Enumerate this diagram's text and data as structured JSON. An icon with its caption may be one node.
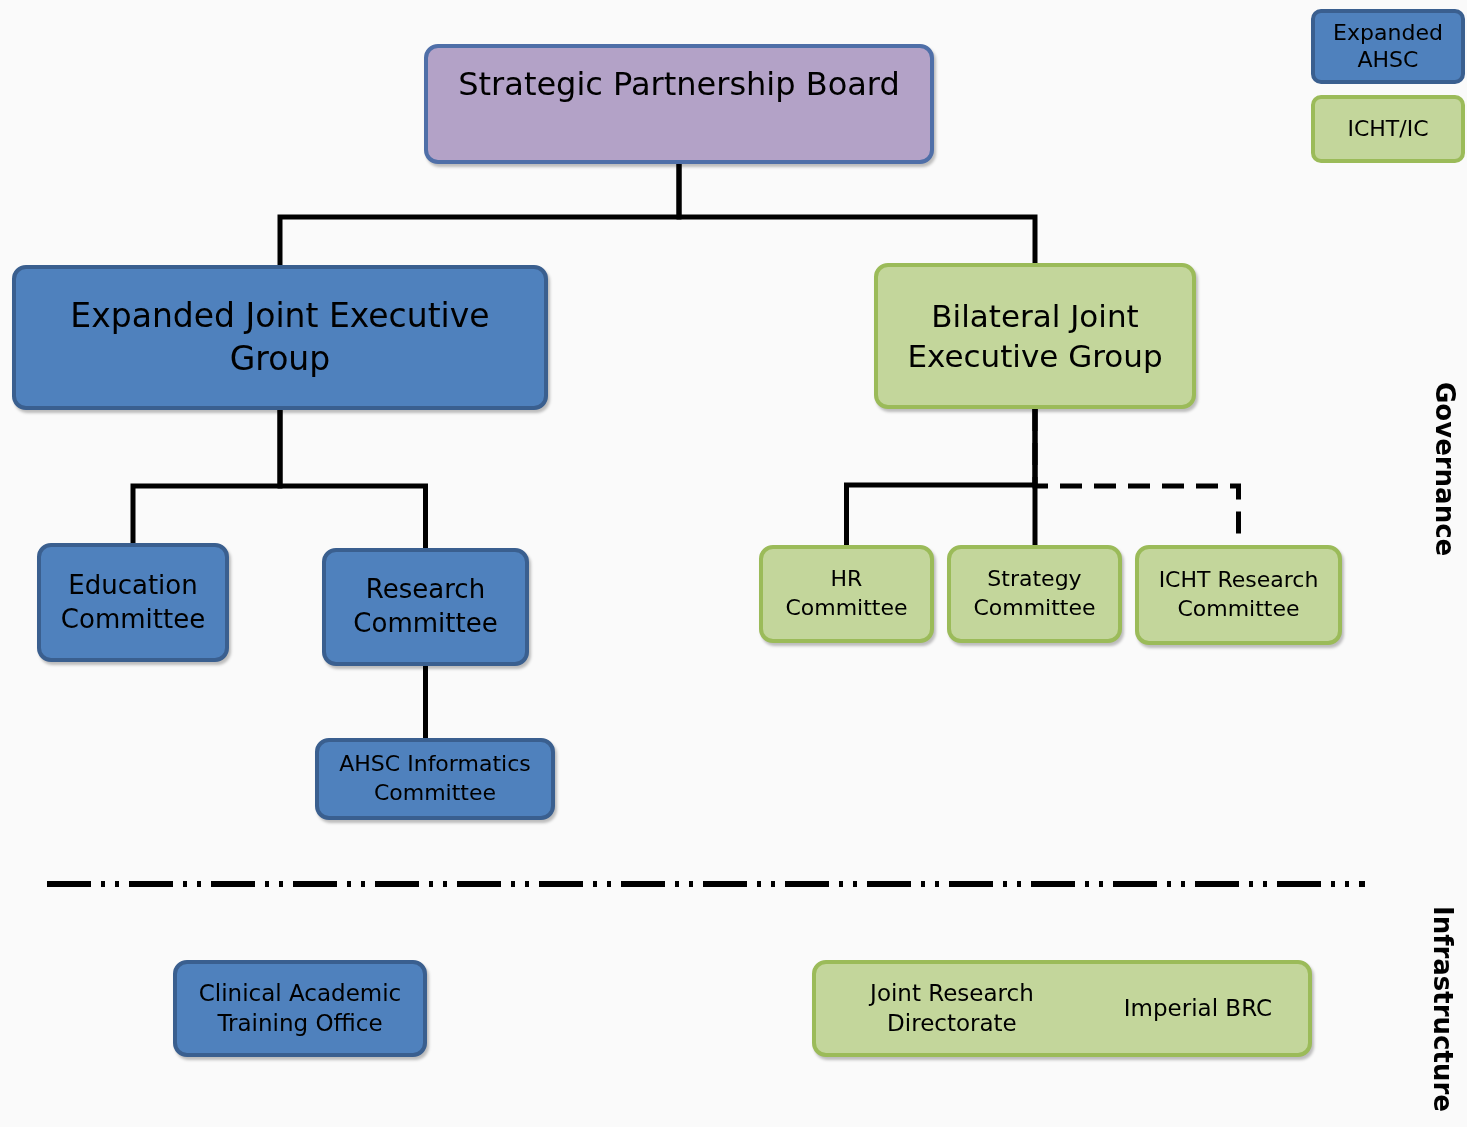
{
  "diagram": {
    "nodes": [
      {
        "text": [
          "Strategic Partnership Board"
        ]
      },
      {
        "text": [
          "Expanded Joint Executive Group"
        ]
      },
      {
        "text": [
          "Bilateral Joint Executive Group"
        ]
      },
      {
        "text": [
          "Education Committee"
        ]
      },
      {
        "text": [
          "Research Committee"
        ]
      },
      {
        "text": [
          "AHSC Informatics Committee"
        ]
      },
      {
        "text": [
          "HR Committee"
        ]
      },
      {
        "text": [
          "Strategy Committee"
        ]
      },
      {
        "text": [
          "ICHT Research Committee"
        ]
      },
      {
        "text": [
          "Clinical Academic Training Office"
        ]
      },
      {
        "text": [
          "Joint Research Directorate",
          "Imperial BRC"
        ]
      }
    ],
    "edges": [
      {
        "from": 0,
        "to": 1,
        "arrow": "none"
      },
      {
        "from": 0,
        "to": 2,
        "arrow": "none"
      },
      {
        "from": 1,
        "to": 3,
        "arrow": "none"
      },
      {
        "from": 1,
        "to": 4,
        "arrow": "none"
      },
      {
        "from": 4,
        "to": 5,
        "arrow": "none"
      },
      {
        "from": 2,
        "to": 6,
        "arrow": "none"
      },
      {
        "from": 2,
        "to": 7,
        "arrow": "none"
      },
      {
        "from": 2,
        "to": 8,
        "arrow": "none",
        "style": "dashed"
      }
    ],
    "labels": [
      "Governance",
      "Infrastructure"
    ],
    "legend": [
      {
        "text": "Expanded AHSC",
        "color": "#4f81bd"
      },
      {
        "text": "ICHT/IC",
        "color": "#c3d69b"
      }
    ]
  }
}
